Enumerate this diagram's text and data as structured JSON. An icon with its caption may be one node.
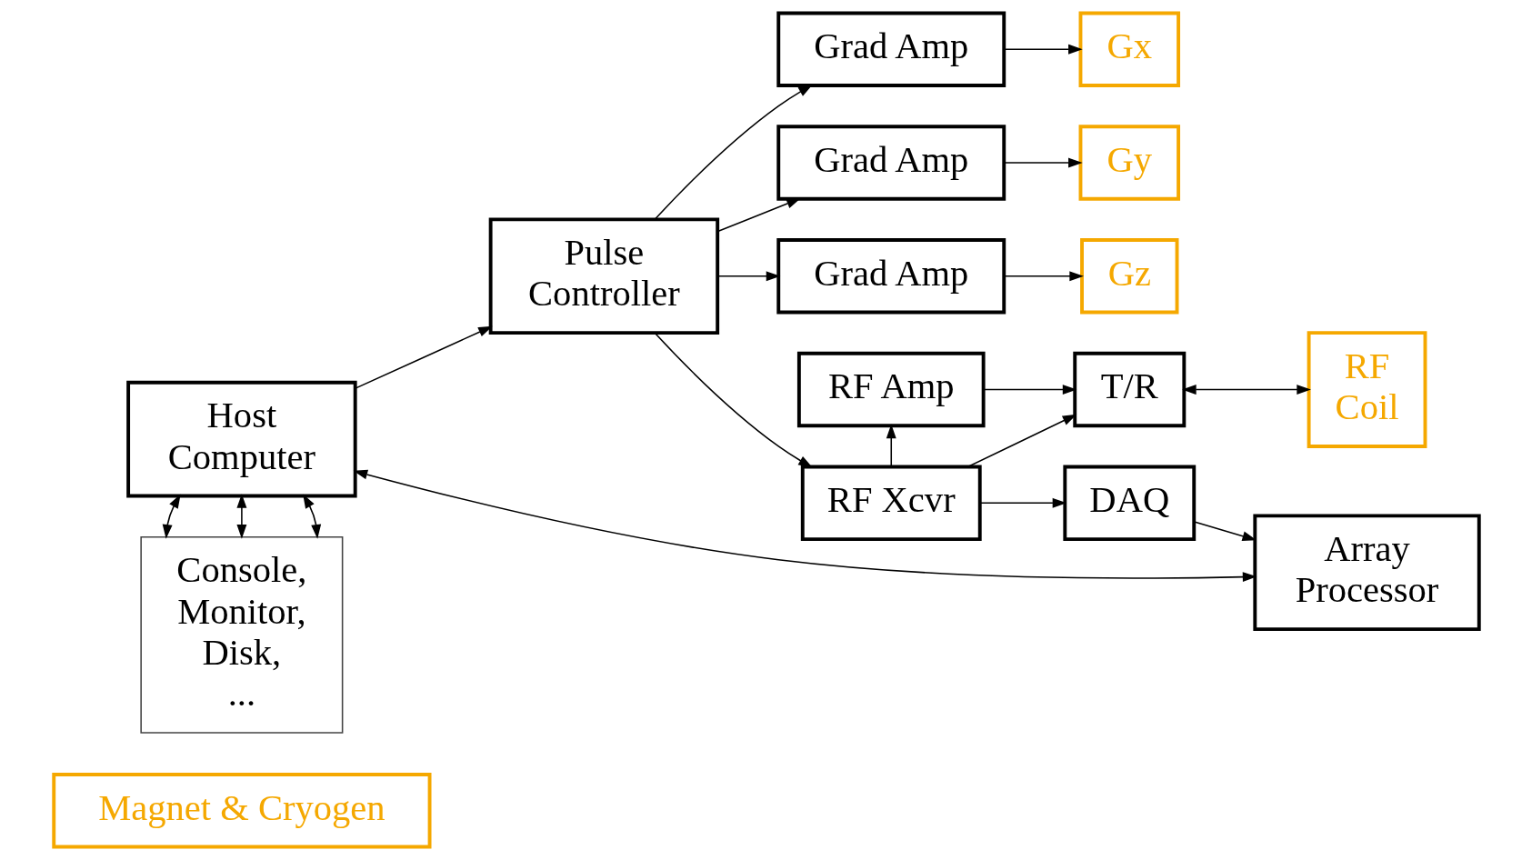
{
  "diagram": {
    "nodes": [
      {
        "text": [
          "Magnet & Cryogen"
        ]
      },
      {
        "text": [
          "Host Computer"
        ]
      },
      {
        "text": [
          "Pulse Controller"
        ]
      },
      {
        "text": [
          "Grad Amp"
        ]
      },
      {
        "text": [
          "Gx"
        ]
      },
      {
        "text": [
          "Grad Amp"
        ]
      },
      {
        "text": [
          "Gy"
        ]
      },
      {
        "text": [
          "Grad Amp"
        ]
      },
      {
        "text": [
          "Gz"
        ]
      },
      {
        "text": [
          "Array Processor"
        ]
      },
      {
        "text": [
          "RF Amp"
        ]
      },
      {
        "text": [
          "T/R"
        ]
      },
      {
        "text": [
          "RF Coil"
        ]
      },
      {
        "text": [
          "Console, Monitor, Disk, ..."
        ]
      },
      {
        "text": [
          "DAQ"
        ]
      },
      {
        "text": [
          "RF Xcvr"
        ]
      }
    ],
    "edges": [
      {
        "from": 1,
        "to": 2,
        "arrow": "to"
      },
      {
        "from": 2,
        "to": 3,
        "arrow": "to"
      },
      {
        "from": 2,
        "to": 5,
        "arrow": "to"
      },
      {
        "from": 2,
        "to": 7,
        "arrow": "to"
      },
      {
        "from": 3,
        "to": 4,
        "arrow": "to"
      },
      {
        "from": 5,
        "to": 6,
        "arrow": "to"
      },
      {
        "from": 7,
        "to": 8,
        "arrow": "to"
      },
      {
        "from": 1,
        "to": 13,
        "arrow": "both"
      },
      {
        "from": 1,
        "to": 13,
        "arrow": "both"
      },
      {
        "from": 1,
        "to": 13,
        "arrow": "both"
      },
      {
        "from": 1,
        "to": 9,
        "arrow": "both"
      },
      {
        "from": 2,
        "to": 15,
        "arrow": "to"
      },
      {
        "from": 15,
        "to": 10,
        "arrow": "to"
      },
      {
        "from": 15,
        "to": 14,
        "arrow": "to"
      },
      {
        "from": 14,
        "to": 9,
        "arrow": "to"
      },
      {
        "from": 10,
        "to": 11,
        "arrow": "to"
      },
      {
        "from": 15,
        "to": 11,
        "arrow": "to"
      },
      {
        "from": 11,
        "to": 12,
        "arrow": "both"
      }
    ]
  }
}
